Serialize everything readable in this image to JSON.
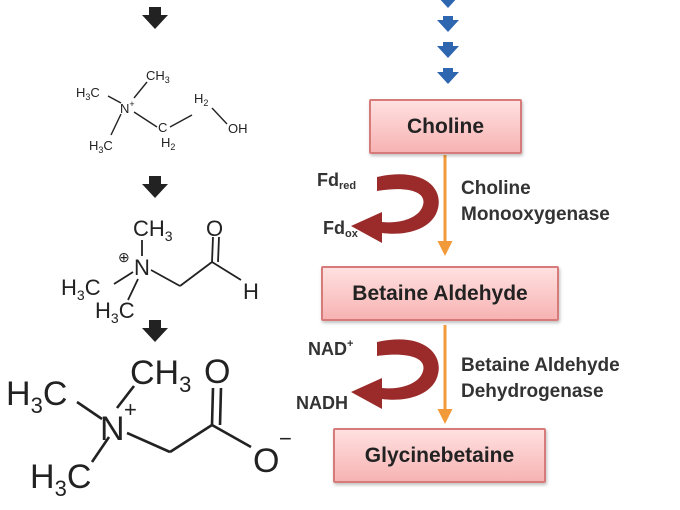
{
  "pathway": {
    "compounds": [
      {
        "name": "Choline"
      },
      {
        "name": "Betaine Aldehyde"
      },
      {
        "name": "Glycinebetaine"
      }
    ],
    "enzymes": [
      {
        "line1": "Choline",
        "line2": "Monooxygenase"
      },
      {
        "line1": "Betaine Aldehyde",
        "line2": "Dehydrogenase"
      }
    ],
    "cofactors": [
      {
        "in_base": "Fd",
        "in_sub": "red",
        "out_base": "Fd",
        "out_sub": "ox"
      },
      {
        "in_base": "NAD",
        "in_sup": "+",
        "out_base": "NADH"
      }
    ]
  },
  "structures": {
    "choline": {
      "me1_base": "H",
      "me1_sub": "3",
      "me1_tail": "C",
      "me2_base": "CH",
      "me2_sub": "3",
      "me3_base": "H",
      "me3_sub": "3",
      "me3_tail": "C",
      "n": "N",
      "n_charge": "+",
      "c1": "C",
      "c1_h": "H",
      "c1_h_sub": "2",
      "c2_h": "H",
      "c2_h_sub": "2",
      "oh": "OH"
    },
    "betaine_aldehyde": {
      "me_top_base": "CH",
      "me_top_sub": "3",
      "me_left_base": "H",
      "me_left_sub": "3",
      "me_left_tail": "C",
      "me_bot_base": "H",
      "me_bot_sub": "3",
      "me_bot_tail": "C",
      "n": "N",
      "n_charge": "⊕",
      "o": "O",
      "h": "H"
    },
    "glycinebetaine": {
      "me_top_base": "CH",
      "me_top_sub": "3",
      "me_left_base": "H",
      "me_left_sub": "3",
      "me_left_tail": "C",
      "me_bot_base": "H",
      "me_bot_sub": "3",
      "me_bot_tail": "C",
      "n": "N",
      "n_charge": "+",
      "o_top": "O",
      "o_bottom": "O",
      "o_charge": "−"
    }
  },
  "colors": {
    "box_fill_top": "#ffe0e0",
    "box_fill_bottom": "#f7b3b3",
    "box_border": "#d77a7a",
    "reaction_arrow": "#f29a3a",
    "cofactor_arrow": "#9b2b2b",
    "upstream_arrows": "#2f66b0",
    "left_arrows": "#222222"
  },
  "icons": {
    "upstream": "blue-down-arrow-icon",
    "left_steps": "black-down-arrow-icon",
    "cofactor": "curved-arrow-icon"
  }
}
